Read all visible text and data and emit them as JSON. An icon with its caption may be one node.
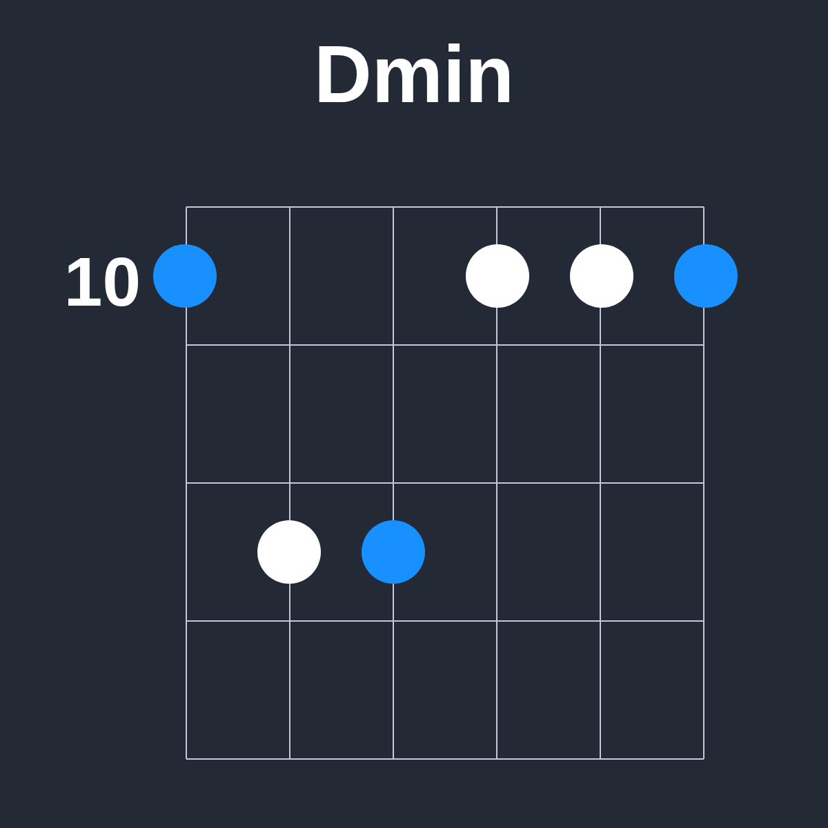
{
  "diagram": {
    "title": "Dmin",
    "nodes": [
      {
        "text": [],
        "shape": "circle"
      },
      {
        "text": [],
        "shape": "circle"
      },
      {
        "text": [],
        "shape": "circle"
      },
      {
        "text": [],
        "shape": "circle"
      },
      {
        "text": [],
        "shape": "circle"
      },
      {
        "text": [],
        "shape": "circle"
      }
    ],
    "labels": [
      "10"
    ]
  }
}
